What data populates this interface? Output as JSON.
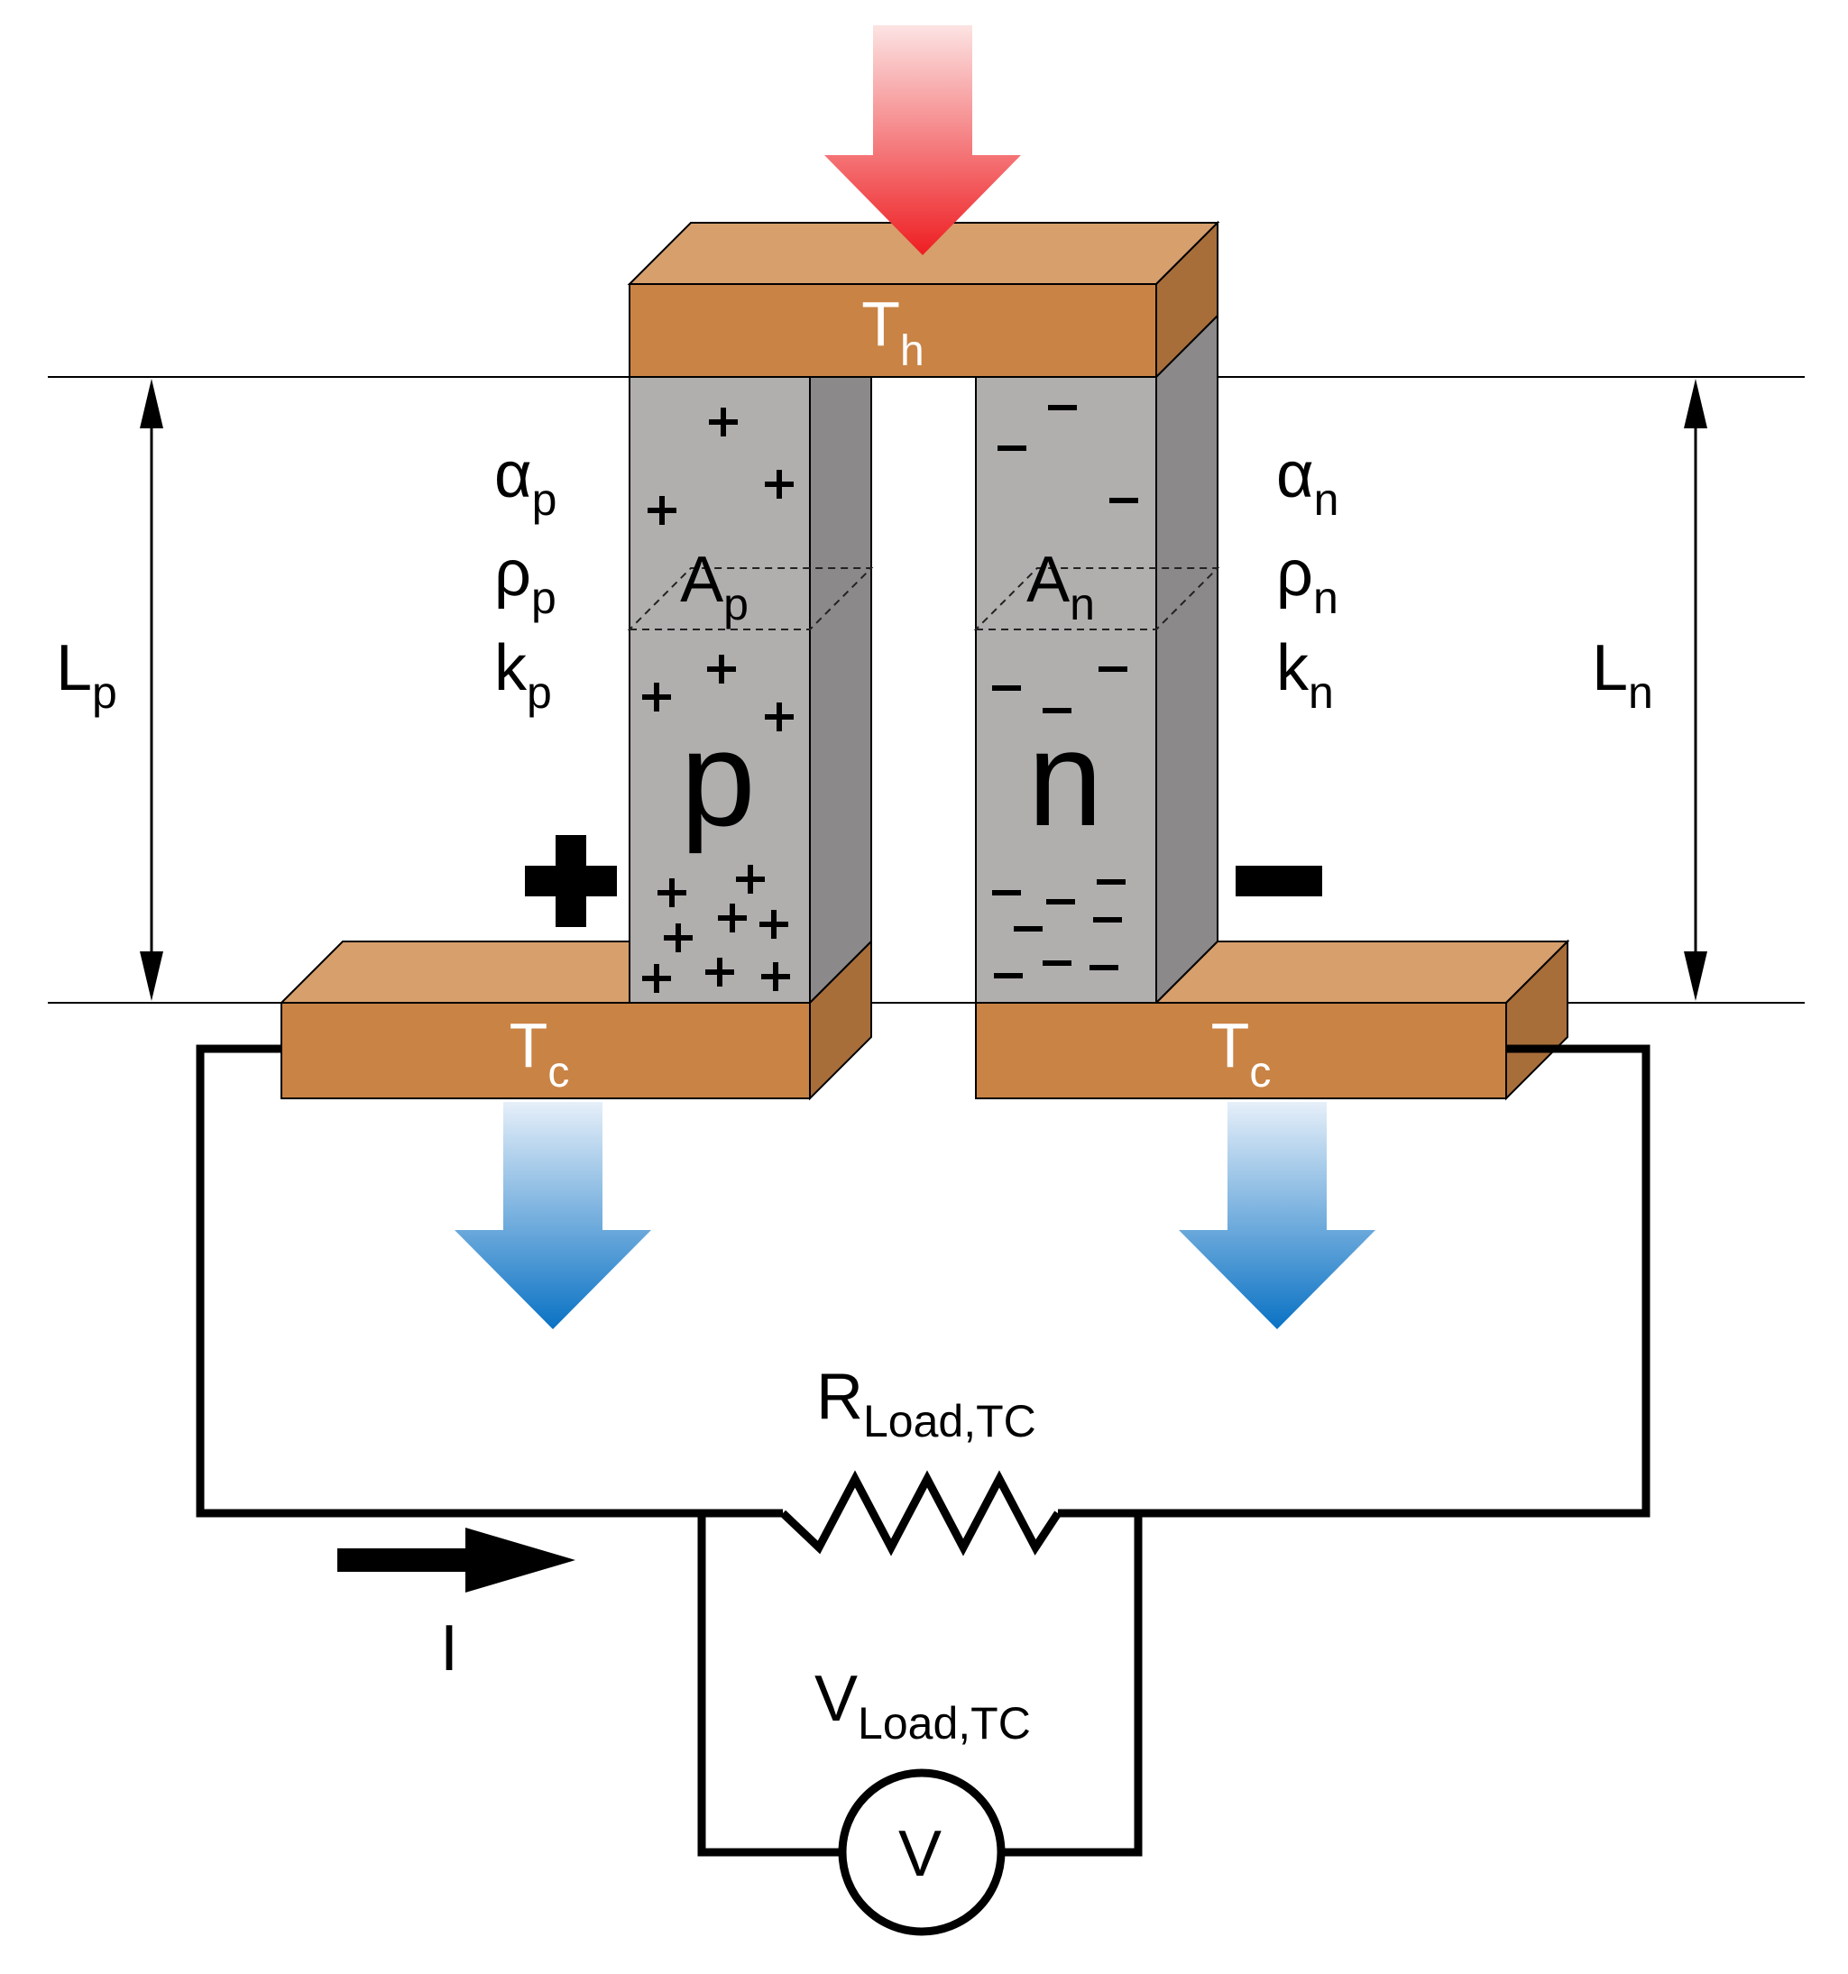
{
  "colors": {
    "copper_front": "#C98344",
    "copper_top": "#D69F6C",
    "copper_side": "#A86E3A",
    "leg_front": "#B1AEAE",
    "leg_side": "#8B8989",
    "hot_arrow": "#EE1E22",
    "cold_arrow": "#0A72C4",
    "wire": "#000000"
  },
  "hot_plate": {
    "label": "T",
    "sub": "h"
  },
  "cold_plate_left": {
    "label": "T",
    "sub": "c"
  },
  "cold_plate_right": {
    "label": "T",
    "sub": "c"
  },
  "p_leg": {
    "letter": "p",
    "area": {
      "main": "A",
      "sub": "p"
    },
    "carrier_symbol": "+",
    "properties": [
      {
        "main": "α",
        "sub": "p"
      },
      {
        "main": "ρ",
        "sub": "p"
      },
      {
        "main": "k",
        "sub": "p"
      }
    ],
    "length": {
      "main": "L",
      "sub": "p"
    },
    "terminal": "+"
  },
  "n_leg": {
    "letter": "n",
    "area": {
      "main": "A",
      "sub": "n"
    },
    "carrier_symbol": "–",
    "properties": [
      {
        "main": "α",
        "sub": "n"
      },
      {
        "main": "ρ",
        "sub": "n"
      },
      {
        "main": "k",
        "sub": "n"
      }
    ],
    "length": {
      "main": "L",
      "sub": "n"
    },
    "terminal": "–"
  },
  "circuit": {
    "resistor": {
      "main": "R",
      "sub": "Load,TC"
    },
    "voltage": {
      "main": "V",
      "sub": "Load,TC"
    },
    "voltmeter": "V",
    "current": "I"
  }
}
